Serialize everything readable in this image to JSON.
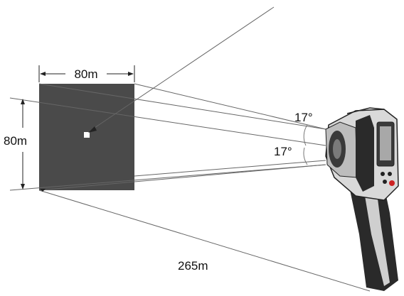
{
  "labels": {
    "width": "80m",
    "height": "80m",
    "angle_horizontal": "17°",
    "angle_vertical": "17°",
    "distance": "265m"
  },
  "colors": {
    "target": "#4a4a4a",
    "line": "#555555",
    "device_body": "#2a2a2a",
    "device_shell": "#d9d9d9",
    "trigger_dot": "#cc2222"
  },
  "icons": {
    "device": "thermal-camera-icon"
  }
}
